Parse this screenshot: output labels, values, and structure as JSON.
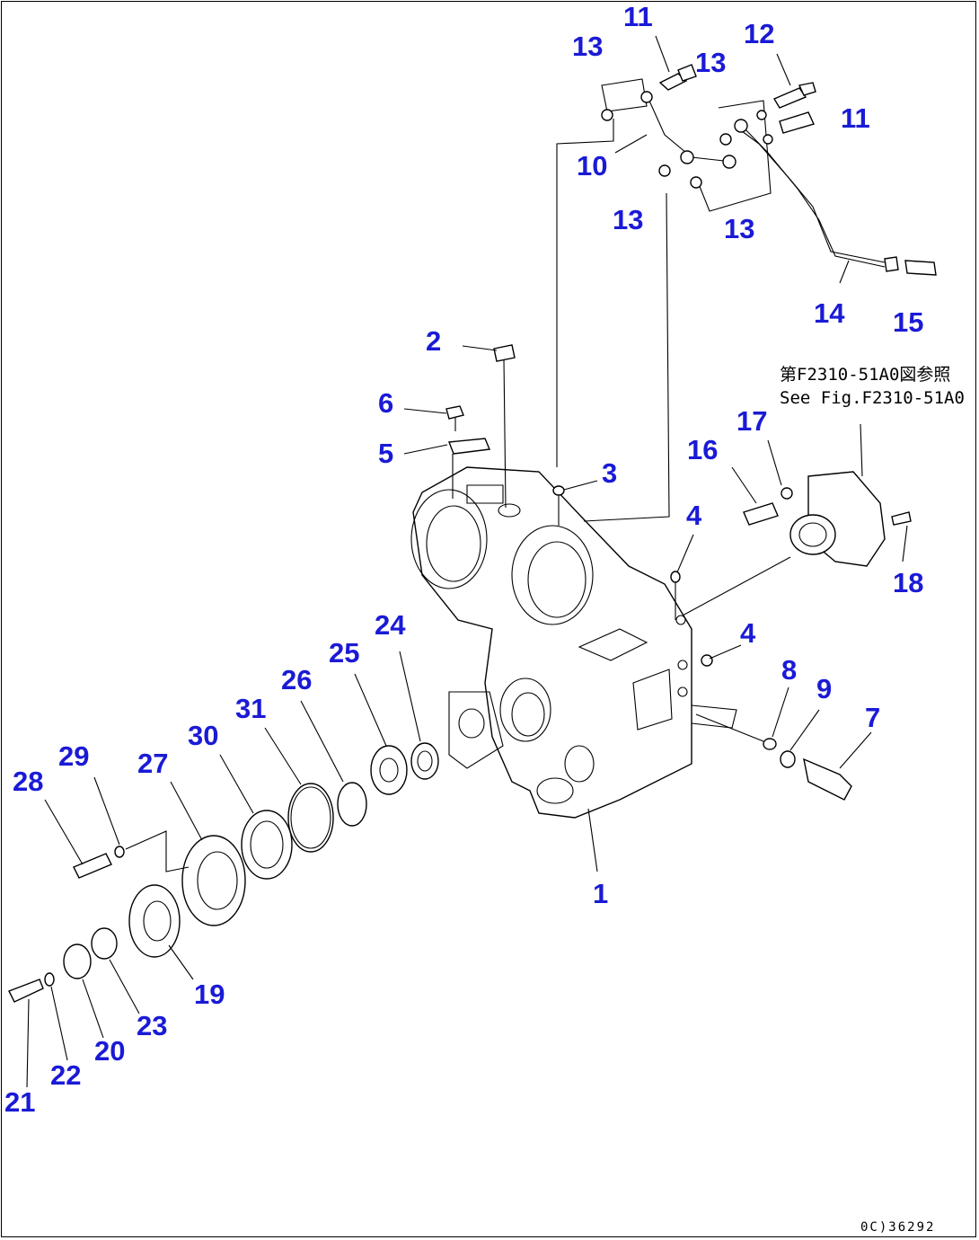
{
  "note": {
    "line1": "第F2310-51A0図参照",
    "line2": "See Fig.F2310-51A0"
  },
  "drawing_code": "0C)36292",
  "colors": {
    "callout": "#1a1ad6",
    "linework": "#000000"
  },
  "callouts": [
    {
      "id": "1",
      "label": "1"
    },
    {
      "id": "2",
      "label": "2"
    },
    {
      "id": "3",
      "label": "3"
    },
    {
      "id": "4a",
      "label": "4"
    },
    {
      "id": "4b",
      "label": "4"
    },
    {
      "id": "5",
      "label": "5"
    },
    {
      "id": "6",
      "label": "6"
    },
    {
      "id": "7",
      "label": "7"
    },
    {
      "id": "8",
      "label": "8"
    },
    {
      "id": "9",
      "label": "9"
    },
    {
      "id": "10",
      "label": "10"
    },
    {
      "id": "11a",
      "label": "11"
    },
    {
      "id": "11b",
      "label": "11"
    },
    {
      "id": "12",
      "label": "12"
    },
    {
      "id": "13a",
      "label": "13"
    },
    {
      "id": "13b",
      "label": "13"
    },
    {
      "id": "13c",
      "label": "13"
    },
    {
      "id": "13d",
      "label": "13"
    },
    {
      "id": "14",
      "label": "14"
    },
    {
      "id": "15",
      "label": "15"
    },
    {
      "id": "16",
      "label": "16"
    },
    {
      "id": "17",
      "label": "17"
    },
    {
      "id": "18",
      "label": "18"
    },
    {
      "id": "19",
      "label": "19"
    },
    {
      "id": "20",
      "label": "20"
    },
    {
      "id": "21",
      "label": "21"
    },
    {
      "id": "22",
      "label": "22"
    },
    {
      "id": "23",
      "label": "23"
    },
    {
      "id": "24",
      "label": "24"
    },
    {
      "id": "25",
      "label": "25"
    },
    {
      "id": "26",
      "label": "26"
    },
    {
      "id": "27",
      "label": "27"
    },
    {
      "id": "28",
      "label": "28"
    },
    {
      "id": "29",
      "label": "29"
    },
    {
      "id": "30",
      "label": "30"
    },
    {
      "id": "31",
      "label": "31"
    }
  ]
}
